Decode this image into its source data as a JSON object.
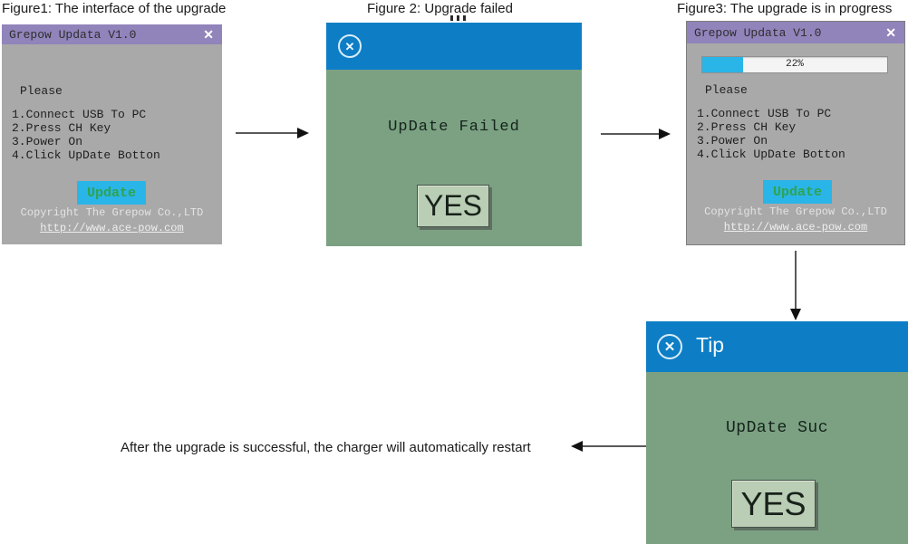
{
  "captions": {
    "figure1": "Figure1: The interface of the upgrade",
    "figure2": "Figure 2: Upgrade failed",
    "figure3": "Figure3: The upgrade is in progress"
  },
  "icons": {
    "close_glyph": "✕"
  },
  "updater_window": {
    "title": "Grepow Updata V1.0",
    "instructions_heading": "Please",
    "steps": [
      "1.Connect USB To PC",
      "2.Press CH Key",
      "3.Power On",
      "4.Click UpDate Botton"
    ],
    "update_button_label": "Update",
    "copyright": "Copyright The Grepow Co.,LTD",
    "website_link": "http://www.ace-pow.com"
  },
  "progress": {
    "percent": 22,
    "label": "22%"
  },
  "failed_dialog": {
    "message": "UpDate Failed",
    "yes_label": "YES"
  },
  "tip_dialog": {
    "title": "Tip",
    "message": "UpDate Suc",
    "yes_label": "YES"
  },
  "bottom_note": "After the upgrade is successful, the charger will automatically restart",
  "colors": {
    "titlebar_purple": "#9184bb",
    "titlebar_blue": "#0d7ec6",
    "window_gray": "#a9a9a9",
    "dialog_green": "#7ba182",
    "accent_cyan": "#29b5e8",
    "update_label_green": "#2fa44c"
  }
}
